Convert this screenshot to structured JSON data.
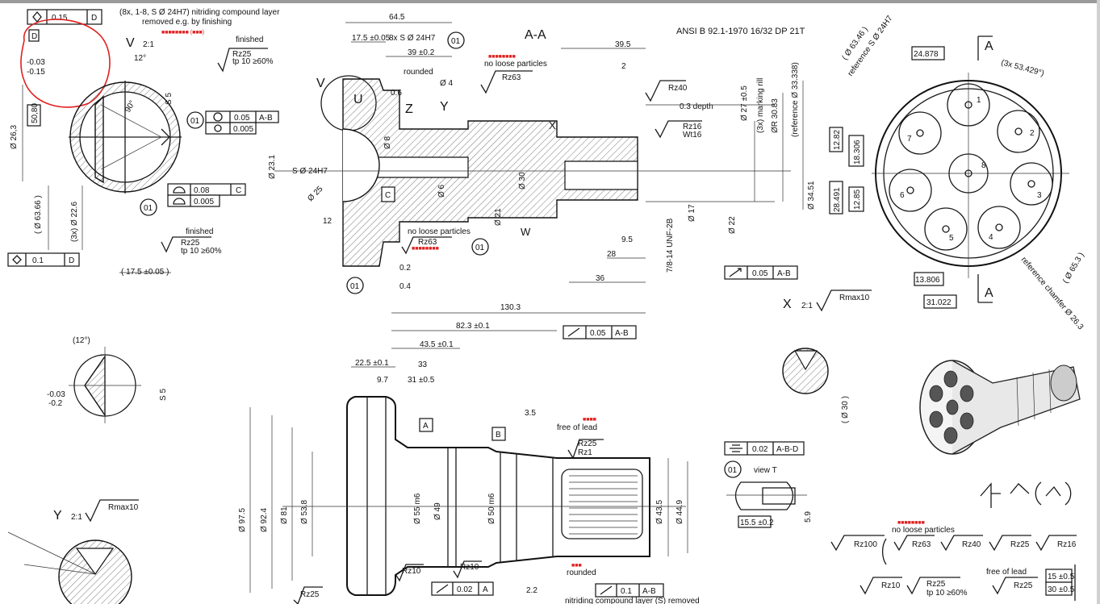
{
  "labels": {
    "tol_flat_015": "0.15",
    "tol_d": "D",
    "nitriding_note": "(8x, 1-8, S Ø 24H7) nitriding compound layer",
    "removed_note": "removed e.g. by finishing",
    "finished_a": "finished",
    "rz25_a": "Rz25",
    "tp10_a": "tp 10 ≥60%",
    "view_v": "V",
    "scale_21_a": "2:1",
    "angle_12": "12°",
    "dim_s5": "S 5",
    "dim_50_80": "50,80",
    "dim_263": "Ø 26,3",
    "dim_65_neg": "-0.03",
    "dim_015b": "-0.15",
    "tol_005_ab": "0.05",
    "ab_ref": "A-B",
    "tol_0005": "0.005",
    "tol_008": "0.08",
    "c_ref": "C",
    "circle_01": "01",
    "dim_63": "( Ø 63.66 )",
    "dim_226": "(3x) Ø 22.6",
    "finished_b": "finished",
    "rz25_b": "Rz25",
    "tp10_b": "tp 10 ≥60%",
    "tol_01": "0.1",
    "dim_175_a": "( 17.5 ±0.05 )",
    "dim_645": "64.5",
    "dim_175_b": "17.5 ±0.05",
    "dim_8x_s": "8x S Ø 24H7",
    "dim_39": "39 ±0.2",
    "section_aa": "A-A",
    "rounded_a": "rounded",
    "no_loose_a": "no loose particles",
    "rz63_a": "Rz63",
    "ansi_note": "ANSI B 92.1-1970 16/32 DP 21T",
    "dim_395": "39.5",
    "dim_2": "2",
    "rz40_a": "Rz40",
    "depth_03": "0.3 depth",
    "rz16_a": "Rz16",
    "wt16": "Wt16",
    "marking_note": "(3x) marking rill",
    "dim_3083": "ØR 30.83",
    "dim_33338": "(reference Ø 33.338)",
    "dim_277": "Ø 27 ±0.5",
    "dim_3451": "Ø 34.51",
    "letter_u": "U",
    "letter_z": "Z",
    "letter_y": "Y",
    "letter_x": "X",
    "letter_c": "C",
    "letter_w": "W",
    "dim_12": "12",
    "dim_06": "0.6",
    "dim_4": "Ø 4",
    "dim_8": "Ø 8",
    "dim_6": "Ø 6",
    "dim_21": "Ø 21",
    "dim_30": "Ø 30",
    "dim_17": "Ø 17",
    "dim_22": "Ø 22",
    "dim_231": "Ø 23.1",
    "dim_25": "Ø 25",
    "dim_28": "28",
    "dim_95": "9.5",
    "dim_36": "36",
    "dim_1516": "7/8-14 UNF-2B",
    "no_loose_b": "no loose particles",
    "rz63_b": "Rz63",
    "dim_02": "0.2",
    "dim_04": "0.4",
    "tol_005_b": "0.05",
    "ab_ref_b": "A-B",
    "dim_24878": "24.878",
    "dim_a_top": "A",
    "dim_a_bot": "A",
    "dim_angle": "(3x 53.429°)",
    "dim_1830": "18.306",
    "dim_1282": "12.82",
    "dim_2849": "28.491",
    "dim_1285": "12.85",
    "dim_13806": "13.806",
    "dim_31022": "31.022",
    "dim_6346": "( Ø 63.46 )",
    "ref_s": "reference S Ø 24H7",
    "ref_chamfer": "reference chamfer Ø 26.3",
    "dim_653": "( Ø 65.3 )",
    "bore_numbers": [
      "1",
      "2",
      "3",
      "4",
      "5",
      "6",
      "7",
      "8"
    ],
    "view_x": "X",
    "scale_21_b": "2:1",
    "rmax10_a": "Rmax10",
    "dim_30_x": "( Ø 30 )",
    "dim_1305": "130.3",
    "dim_823": "82.3 ±0.1",
    "tol_005_c": "0.05",
    "ab_ref_c": "A-B",
    "dim_435": "43.5 ±0.1",
    "dim_225": "22.5 ±0.1",
    "dim_33": "33",
    "dim_97": "9.7",
    "dim_31": "31 ±0.5",
    "datum_a": "A",
    "datum_b": "B",
    "dim_35": "3.5",
    "free_of_lead_a": "free of lead",
    "rz25_c": "Rz25",
    "rz1": "Rz1",
    "dim_975": "Ø 97.5",
    "dim_924": "Ø 92.4",
    "dim_81": "Ø 81",
    "dim_538": "Ø 53.8",
    "dim_55": "Ø 55 m6",
    "dim_49": "Ø 49",
    "dim_50": "Ø 50 m6",
    "dim_435b": "Ø 43.5",
    "dim_449": "Ø 44.9",
    "rz10_a": "Rz10",
    "rz10_b": "Rz10",
    "tol_002_a": "0.02",
    "ref_a_b": "A",
    "rounded_b": "rounded",
    "dim_22b": "2.2",
    "tol_01_b": "0.1",
    "ab_ref_d": "A-B",
    "rz25_d": "Rz25",
    "dim_12deg": "(12°)",
    "dim_003": "-0.03",
    "dim_02b": "-0.2",
    "dim_s5b": "S 5",
    "view_y": "Y",
    "scale_21_c": "2:1",
    "rmax10_b": "Rmax10",
    "tol_002_b": "0.02",
    "abd_ref": "A-B-D",
    "circle_01_b": "01",
    "view_t": "view T",
    "dim_155": "15.5 ±0.2",
    "dim_59": "5.9",
    "no_loose_c": "no loose particles",
    "rz100": "Rz100",
    "rz63_c": "Rz63",
    "rz40_b": "Rz40",
    "rz25_e": "Rz25",
    "rz16_b": "Rz16",
    "rz10_c": "Rz10",
    "rz25_f": "Rz25",
    "tp10_c": "tp 10 ≥60%",
    "free_of_lead_b": "free of lead",
    "rz25_g": "Rz25",
    "tbl_15": "15 ±0.5",
    "tbl_30": "30 ±0.5",
    "bottom_note": "nitriding compound layer (S) removed"
  },
  "colors": {
    "line": "#111111",
    "markup": "#e02020",
    "background": "#ffffff"
  },
  "icons": {
    "flatness": "flatness-icon",
    "runout": "circular-runout-icon",
    "roundness": "roundness-icon",
    "profile": "surface-profile-icon",
    "symmetry": "symmetry-icon",
    "surface_finish": "surface-finish-icon"
  }
}
